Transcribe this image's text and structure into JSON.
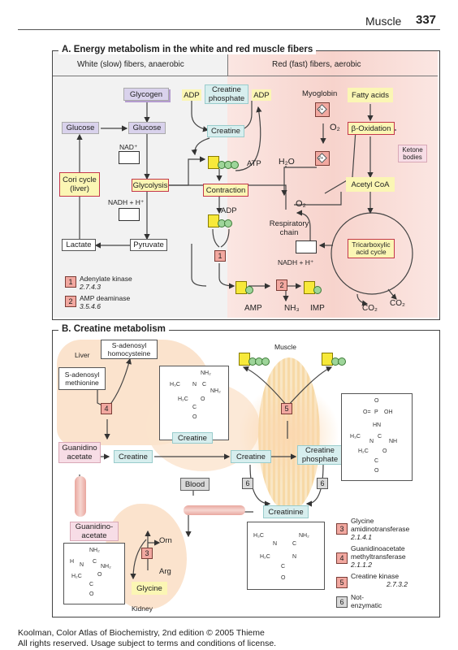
{
  "header": {
    "title": "Muscle",
    "page": "337"
  },
  "panel_a": {
    "title": "A. Energy metabolism in the white and red muscle fibers",
    "left_column": "White (slow) fibers, anaerobic",
    "right_column": "Red (fast) fibers, aerobic",
    "nodes": {
      "glycogen": "Glycogen",
      "glucose_blood": "Glucose",
      "glucose": "Glucose",
      "glycolysis": "Glycolysis",
      "cori": "Cori cycle (liver)",
      "lactate": "Lactate",
      "pyruvate": "Pyruvate",
      "nad": "NAD⁺",
      "nadh": "NADH + H⁺",
      "adp1": "ADP",
      "creatine_phosphate": "Creatine phosphate",
      "adp2": "ADP",
      "creatine": "Creatine",
      "atp": "ATP",
      "contraction": "Contraction",
      "adp3": "ADP",
      "myoglobin": "Myoglobin",
      "o2_a": "O₂",
      "o2_b": "O₂",
      "h2o": "H₂O",
      "respiratory_chain": "Respiratory chain",
      "fatty_acids": "Fatty acids",
      "beta_oxidation": "β-Oxidation",
      "ketone_bodies": "Ketone bodies",
      "acetyl_coa": "Acetyl CoA",
      "tca": "Tricarboxylic acid cycle",
      "nadh2": "NADH + H⁺",
      "amp": "AMP",
      "nh3": "NH₃",
      "imp": "IMP",
      "co2_a": "CO₂",
      "co2_b": "CO₂",
      "fe": "2+",
      "p": "P"
    },
    "legend": [
      {
        "num": "1",
        "name": "Adenylate kinase",
        "ec": "2.7.4.3"
      },
      {
        "num": "2",
        "name": "AMP deaminase",
        "ec": "3.5.4.6"
      }
    ]
  },
  "panel_b": {
    "title": "B. Creatine metabolism",
    "labels": {
      "muscle": "Muscle",
      "liver": "Liver",
      "kidney": "Kidney",
      "blood": "Blood",
      "sam": "S-adenosyl methionine",
      "sah": "S-adenosyl homocysteine",
      "guanidino_liver": "Guanidino acetate",
      "guanidino_kidney": "Guanidino-acetate",
      "creatine_liver": "Creatine",
      "creatine_struct": "Creatine",
      "creatine_muscle": "Creatine",
      "creatine_phosphate": "Creatine phosphate",
      "creatinine": "Creatinine",
      "orn": "Orn",
      "arg": "Arg",
      "glycine": "Glycine"
    },
    "legend": [
      {
        "num": "3",
        "name": "Glycine amidinotransferase",
        "ec": "2.1.4.1"
      },
      {
        "num": "4",
        "name": "Guanidinoacetate methyltransferase",
        "ec": "2.1.1.2"
      },
      {
        "num": "5",
        "name": "Creatine kinase",
        "ec": "2.7.3.2"
      },
      {
        "num": "6",
        "name": "Not-enzymatic",
        "ec": ""
      }
    ]
  },
  "footer": {
    "line1": "Koolman, Color Atlas of Biochemistry, 2nd edition © 2005 Thieme",
    "line2": "All rights reserved. Usage subject to terms and conditions of license."
  }
}
